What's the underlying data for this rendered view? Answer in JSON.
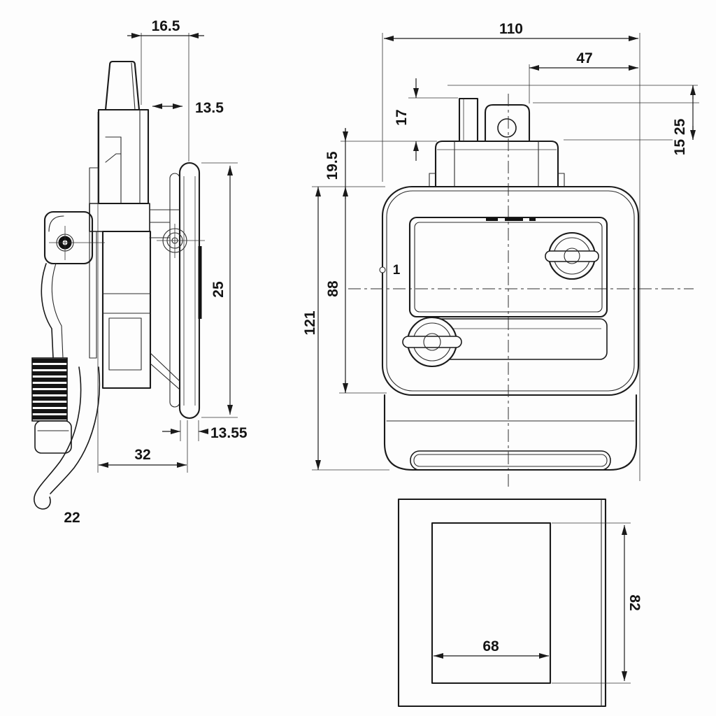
{
  "colors": {
    "background": "#fdfdfd",
    "line": "#1a1a1a",
    "text": "#141414"
  },
  "views": {
    "side": {
      "dims": {
        "top_width": "16.5",
        "travel": "13.5",
        "flange_length": "25",
        "flange_offset": "13.55",
        "depth": "32",
        "hook": "22"
      }
    },
    "front": {
      "item_number": "1",
      "dims": {
        "overall_width": "110",
        "cam_offset": "47",
        "post_height": "17",
        "neck_height": "19.5",
        "body_height": "88",
        "overall_height": "121",
        "side_offsets": "15 25"
      }
    },
    "cutout": {
      "dims": {
        "width": "68",
        "height": "82"
      }
    }
  }
}
